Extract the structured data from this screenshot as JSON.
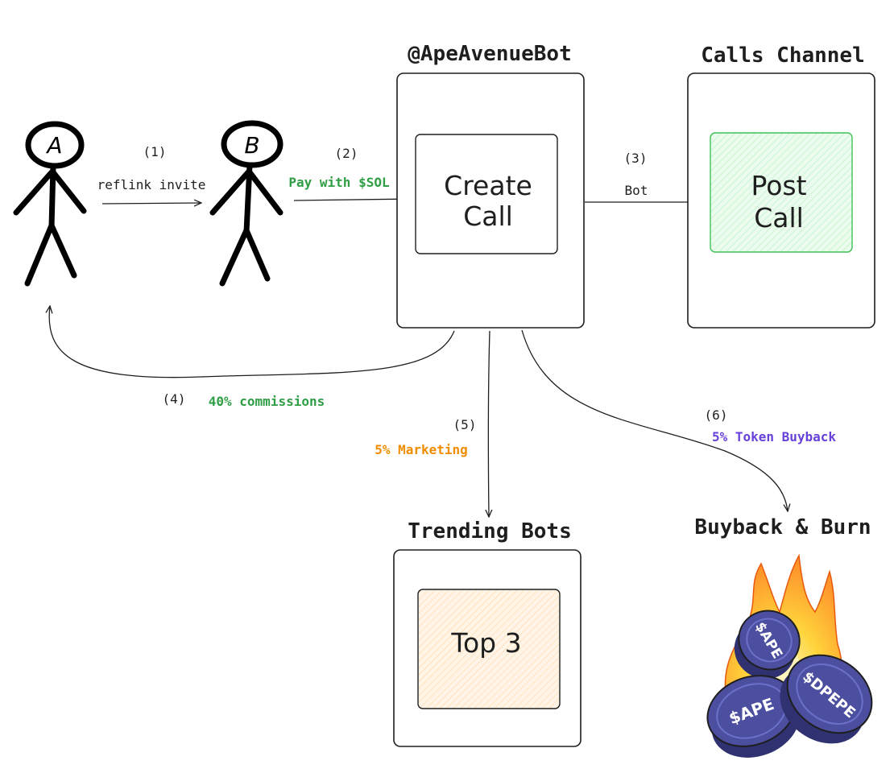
{
  "actors": {
    "a": {
      "label": "A"
    },
    "b": {
      "label": "B"
    }
  },
  "steps": {
    "s1": {
      "num": "(1)",
      "label": "reflink invite"
    },
    "s2": {
      "num": "(2)",
      "label": "Pay with $SOL"
    },
    "s3": {
      "num": "(3)",
      "label": "Bot"
    },
    "s4": {
      "num": "(4)",
      "label": "40% commissions"
    },
    "s5": {
      "num": "(5)",
      "label": "5% Marketing"
    },
    "s6": {
      "num": "(6)",
      "label": "5% Token Buyback"
    }
  },
  "boxes": {
    "bot": {
      "title": "@ApeAvenueBot",
      "inner_line1": "Create",
      "inner_line2": "Call"
    },
    "calls": {
      "title": "Calls Channel",
      "inner_line1": "Post",
      "inner_line2": "Call"
    },
    "trending": {
      "title": "Trending Bots",
      "inner": "Top 3"
    },
    "burn": {
      "title": "Buyback & Burn"
    }
  },
  "coins": {
    "c1": "$APE",
    "c2": "$APE",
    "c3": "$DPEPE"
  },
  "colors": {
    "ink": "#1e1e1e",
    "green_text": "#2f9e44",
    "orange_text": "#f08c00",
    "purple_text": "#6741d9",
    "post_fill": "#ebfbee",
    "post_stroke": "#40c057",
    "top3_fill": "#fff4e6",
    "coin": "#4c4fa0",
    "coin_dark": "#2f3170",
    "flame_outer": "#ffa94d",
    "flame_inner": "#ffe066"
  }
}
